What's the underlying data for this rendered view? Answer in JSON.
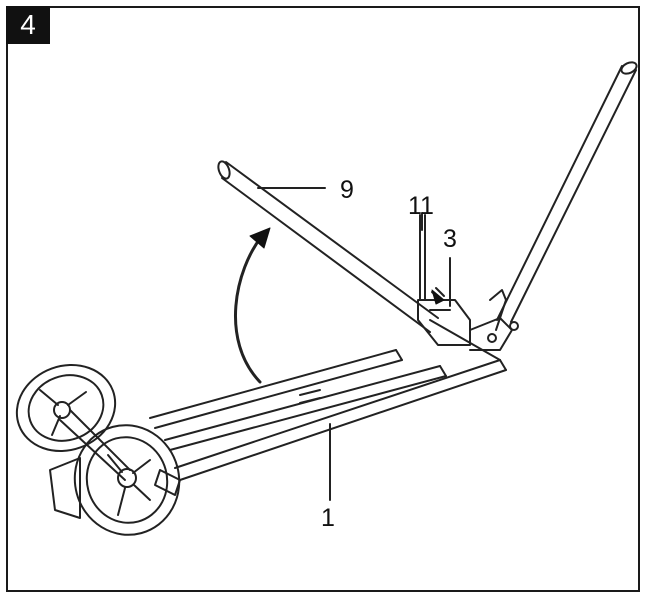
{
  "figure": {
    "step_number": "4",
    "callouts": [
      {
        "id": "part-9",
        "label": "9"
      },
      {
        "id": "part-11",
        "label": "11"
      },
      {
        "id": "part-3",
        "label": "3"
      },
      {
        "id": "part-1",
        "label": "1"
      }
    ]
  }
}
